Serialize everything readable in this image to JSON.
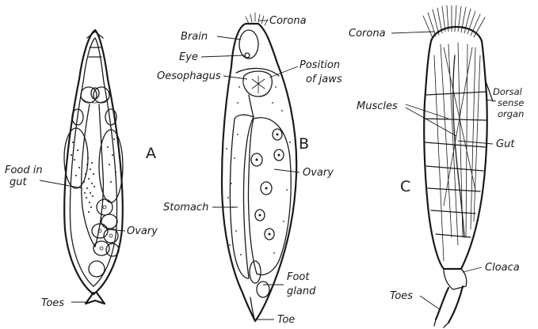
{
  "figure_a": {
    "panel_letter": "A",
    "labels": {
      "food_line1": "Food in",
      "food_line2": "gut",
      "ovary": "Ovary",
      "toes": "Toes"
    }
  },
  "figure_b": {
    "panel_letter": "B",
    "labels": {
      "brain": "Brain",
      "corona": "Corona",
      "eye": "Eye",
      "oesophagus": "Oesophagus",
      "jaws_line1": "Position",
      "jaws_line2": "of jaws",
      "ovary": "Ovary",
      "stomach": "Stomach",
      "foot_line1": "Foot",
      "foot_line2": "gland",
      "toe": "Toe"
    }
  },
  "figure_c": {
    "panel_letter": "C",
    "labels": {
      "corona": "Corona",
      "sense_line1": "Dorsal",
      "sense_line2": "sense",
      "sense_line3": "organ",
      "muscles": "Muscles",
      "gut": "Gut",
      "cloaca": "Cloaca",
      "toes": "Toes"
    }
  }
}
